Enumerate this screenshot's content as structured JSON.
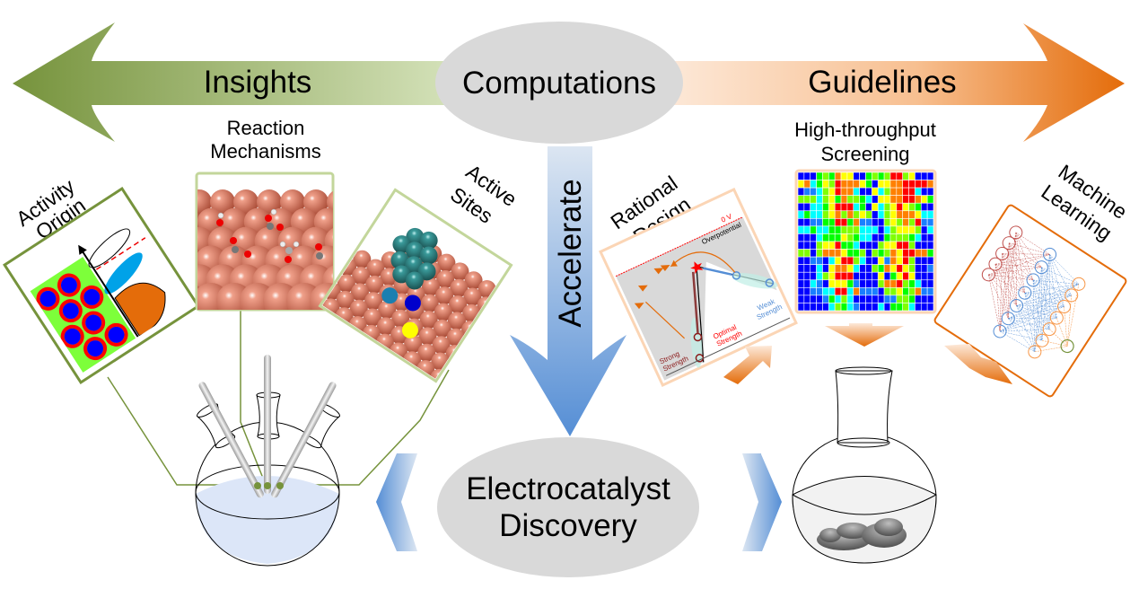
{
  "center": {
    "top_oval": "Computations",
    "bottom_oval_line1": "Electrocatalyst",
    "bottom_oval_line2": "Discovery",
    "down_arrow": "Accelerate"
  },
  "left_arrow": {
    "label": "Insights",
    "color_dark": "#76933c",
    "color_light": "#d7e4bd"
  },
  "right_arrow": {
    "label": "Guidelines",
    "color_dark": "#e46c0a",
    "color_light": "#fde9d9"
  },
  "insights_panels": [
    {
      "title_line1": "Activity",
      "title_line2": "Origin"
    },
    {
      "title_line1": "Reaction",
      "title_line2": "Mechanisms"
    },
    {
      "title_line1": "Active",
      "title_line2": "Sites"
    }
  ],
  "guideline_panels": [
    {
      "title_line1": "Rational",
      "title_line2": "Design"
    },
    {
      "title_line1": "High-throughput",
      "title_line2": "Screening"
    },
    {
      "title_line1": "Machine",
      "title_line2": "Learning"
    }
  ],
  "volcano_plot": {
    "zero_v": "0 V",
    "overpotential": "Overpotential",
    "strong_line1": "Strong",
    "strong_line2": "Strength",
    "optimal_line1": "Optimal",
    "optimal_line2": "Strength",
    "weak_line1": "Weak",
    "weak_line2": "Strength"
  },
  "colors": {
    "insight_frame": "#76933c",
    "insight_frame_light": "#c3d69b",
    "guideline_frame": "#e46c0a",
    "guideline_frame_light": "#fbd5b5",
    "oval_fill": "#d9d9d9",
    "accelerate_top": "#dce6f2",
    "accelerate_bottom": "#558ed5",
    "copper": "#d9775f",
    "teal": "#2e7d7d"
  },
  "heatmap": {
    "rows": [
      "BBBGLGOYYBBGLGLRRLYBBB",
      "YOCGYLROOOYGBYYOORRRRO",
      "BAACLYROOCBBYCLOORRCBB",
      "LLLCLYGOLLGCBYYOORROYG",
      "BBCCGYRRRCGBYCLYRYLGBB",
      "CGCCLYOLOLYLBCLYOOOYCC",
      "BBAAGGRRGOAABBLYLOLRAA",
      "CCGCCGGLLLCCCBCLYYYLBC",
      "BBBCGGGYLGCCBBGLLLGCBB",
      "BBBLYYRGGCBBBLYYRRLBBB",
      "LLBLOOOYGGLBLGLOYRROOG",
      "BBAABCYRRLCBBYAOYRLBBB",
      "BBBCBYOOYCBBLGOYRYLBBA",
      "BBBCLYRRRBBBBYBGYRYBBB",
      "BBCABYYYGABBBLOORLGCBB",
      "BBAACCRRCOAAABLLYGLOAA",
      "BBBBAGCLCBBBBBAALLGBBB",
      "BBBBBCLGCABBBCBGGLCBBB"
    ],
    "legend": {
      "B": "#0000ff",
      "A": "#1a7fff",
      "C": "#00ffff",
      "G": "#00ff00",
      "L": "#80ff00",
      "Y": "#ffff00",
      "O": "#ff8000",
      "R": "#ff0000"
    }
  }
}
